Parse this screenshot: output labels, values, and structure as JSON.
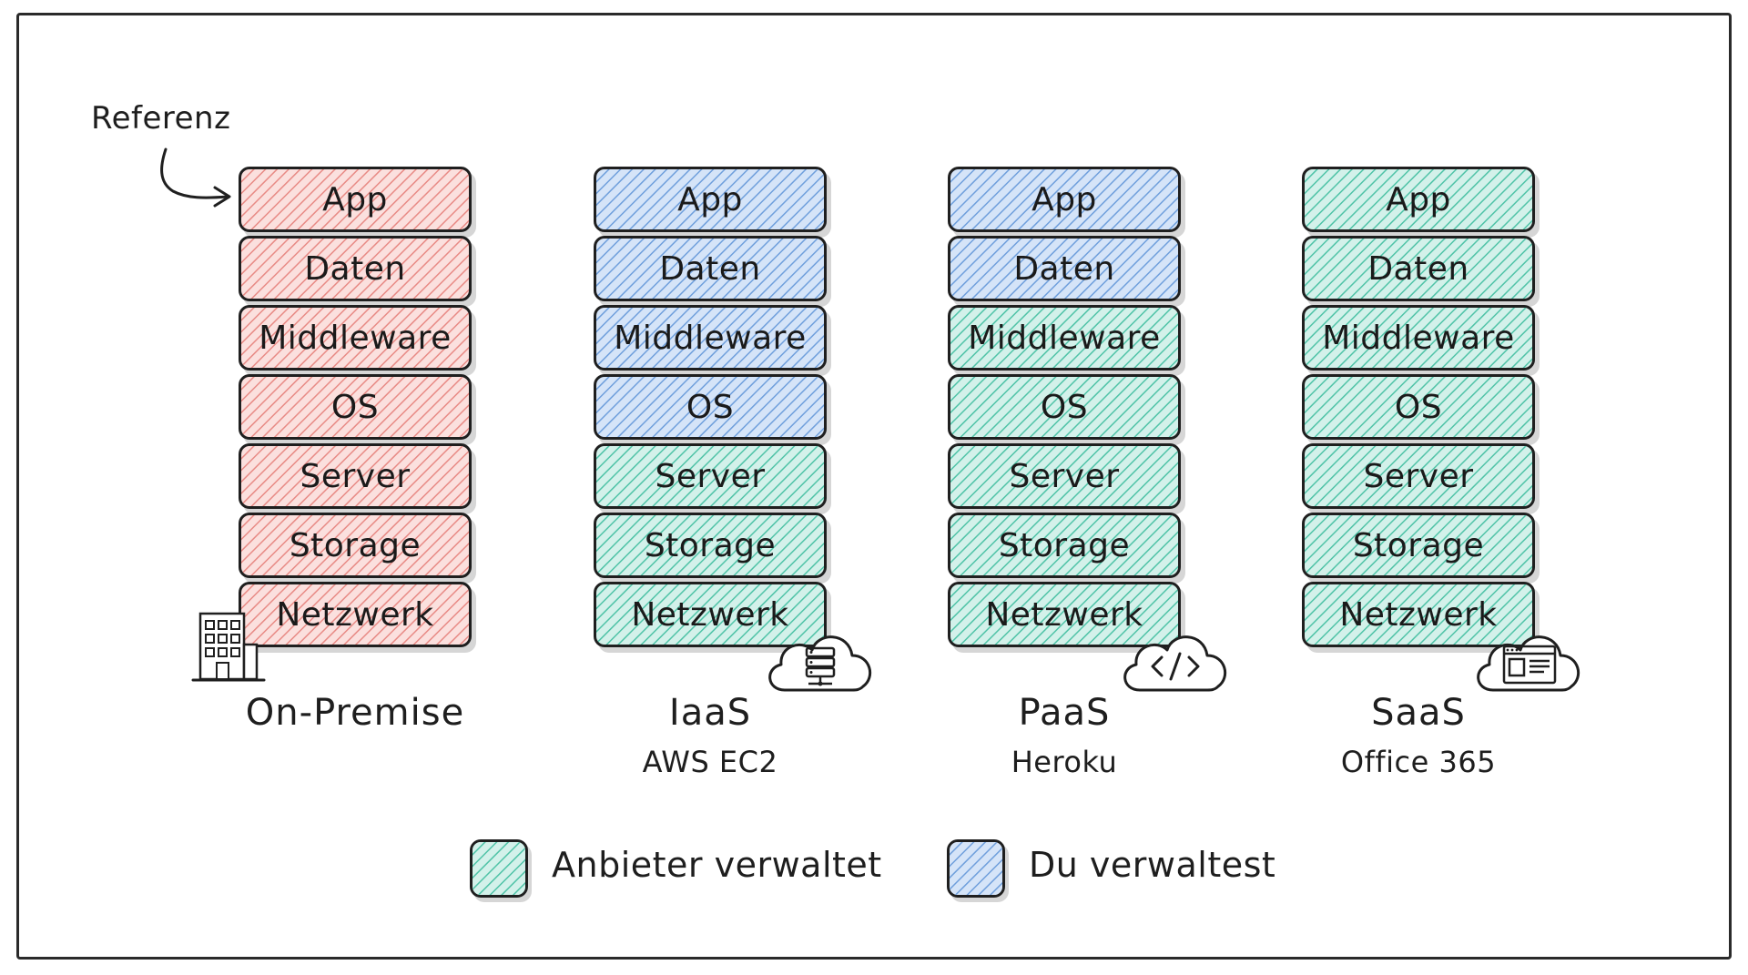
{
  "reference_label": "Referenz",
  "colors": {
    "reference": "#e88a85",
    "provider": "#4fc3a7",
    "customer": "#6f9fdc",
    "outline": "#1f1f1f"
  },
  "columns": [
    {
      "title": "On-Premise",
      "subtitle": "",
      "icon": "building-icon",
      "layers": [
        {
          "label": "App",
          "managed_by": "reference"
        },
        {
          "label": "Daten",
          "managed_by": "reference"
        },
        {
          "label": "Middleware",
          "managed_by": "reference"
        },
        {
          "label": "OS",
          "managed_by": "reference"
        },
        {
          "label": "Server",
          "managed_by": "reference"
        },
        {
          "label": "Storage",
          "managed_by": "reference"
        },
        {
          "label": "Netzwerk",
          "managed_by": "reference"
        }
      ]
    },
    {
      "title": "IaaS",
      "subtitle": "AWS EC2",
      "icon": "cloud-server-icon",
      "layers": [
        {
          "label": "App",
          "managed_by": "customer"
        },
        {
          "label": "Daten",
          "managed_by": "customer"
        },
        {
          "label": "Middleware",
          "managed_by": "customer"
        },
        {
          "label": "OS",
          "managed_by": "customer"
        },
        {
          "label": "Server",
          "managed_by": "provider"
        },
        {
          "label": "Storage",
          "managed_by": "provider"
        },
        {
          "label": "Netzwerk",
          "managed_by": "provider"
        }
      ]
    },
    {
      "title": "PaaS",
      "subtitle": "Heroku",
      "icon": "cloud-code-icon",
      "layers": [
        {
          "label": "App",
          "managed_by": "customer"
        },
        {
          "label": "Daten",
          "managed_by": "customer"
        },
        {
          "label": "Middleware",
          "managed_by": "provider"
        },
        {
          "label": "OS",
          "managed_by": "provider"
        },
        {
          "label": "Server",
          "managed_by": "provider"
        },
        {
          "label": "Storage",
          "managed_by": "provider"
        },
        {
          "label": "Netzwerk",
          "managed_by": "provider"
        }
      ]
    },
    {
      "title": "SaaS",
      "subtitle": "Office 365",
      "icon": "cloud-app-window-icon",
      "layers": [
        {
          "label": "App",
          "managed_by": "provider"
        },
        {
          "label": "Daten",
          "managed_by": "provider"
        },
        {
          "label": "Middleware",
          "managed_by": "provider"
        },
        {
          "label": "OS",
          "managed_by": "provider"
        },
        {
          "label": "Server",
          "managed_by": "provider"
        },
        {
          "label": "Storage",
          "managed_by": "provider"
        },
        {
          "label": "Netzwerk",
          "managed_by": "provider"
        }
      ]
    }
  ],
  "legend": {
    "provider_label": "Anbieter verwaltet",
    "customer_label": "Du verwaltest"
  }
}
